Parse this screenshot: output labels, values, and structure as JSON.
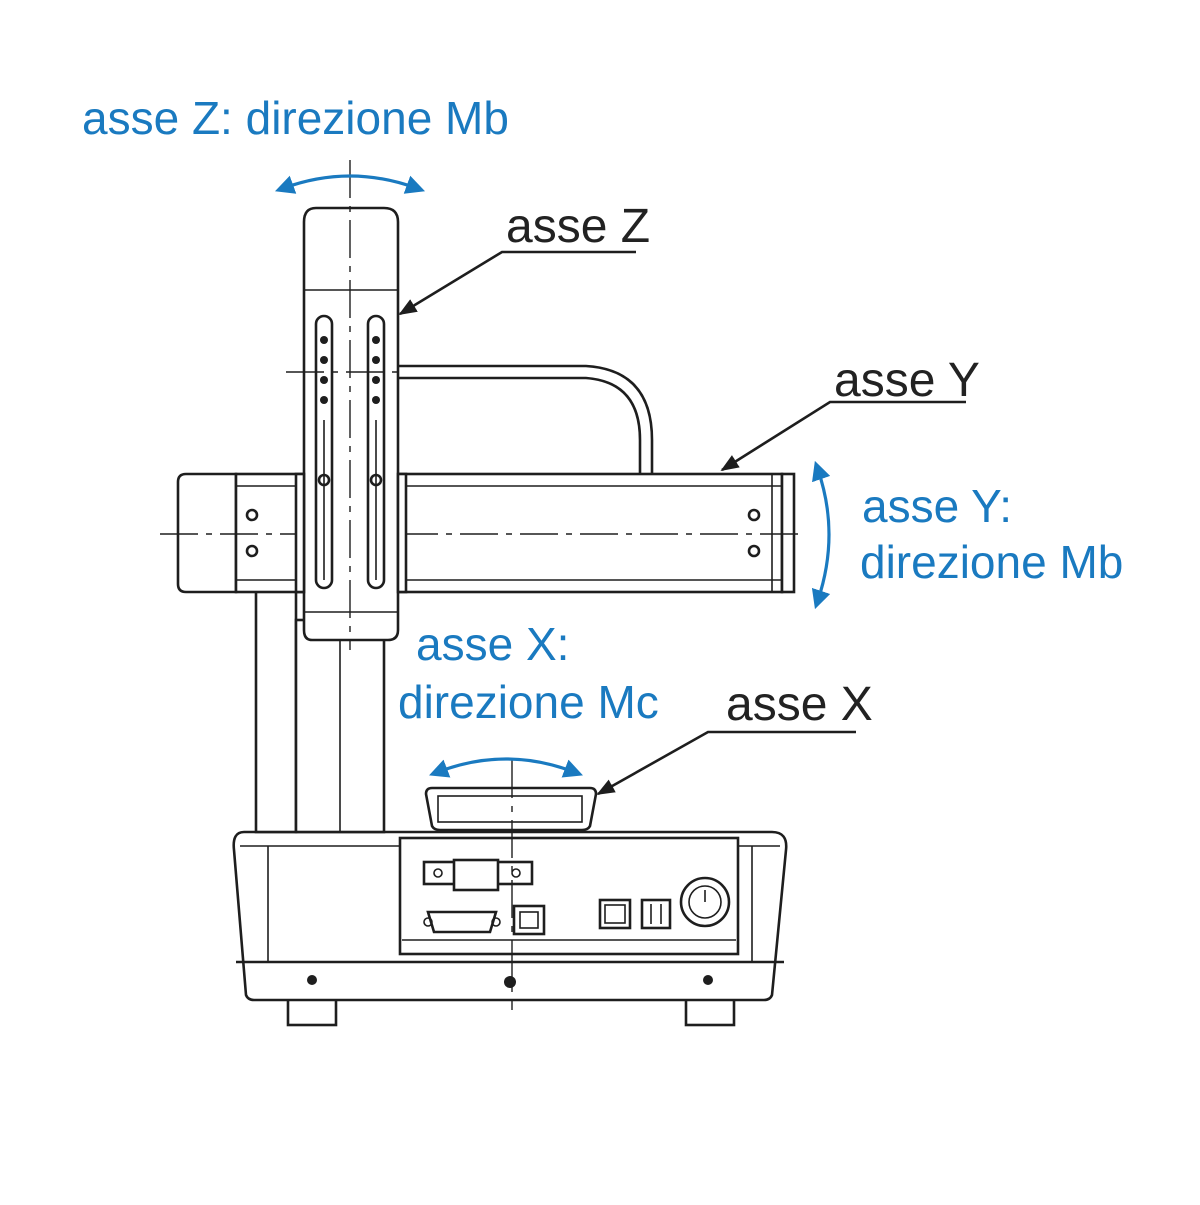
{
  "labels": {
    "z_direction": "asse Z: direzione Mb",
    "z_axis": "asse Z",
    "y_axis": "asse Y",
    "y_direction_line1": "asse Y:",
    "y_direction_line2": "direzione Mb",
    "x_direction_line1": "asse X:",
    "x_direction_line2": "direzione Mc",
    "x_axis": "asse X"
  },
  "colors": {
    "direction_label": "#1a7ac0",
    "axis_label": "#222222",
    "drawing_line": "#1e1e1e"
  },
  "icons": {
    "emergency_stop": "emergency-stop-icon",
    "usb_port": "usb-port-icon",
    "db_connector": "db-connector-icon"
  }
}
